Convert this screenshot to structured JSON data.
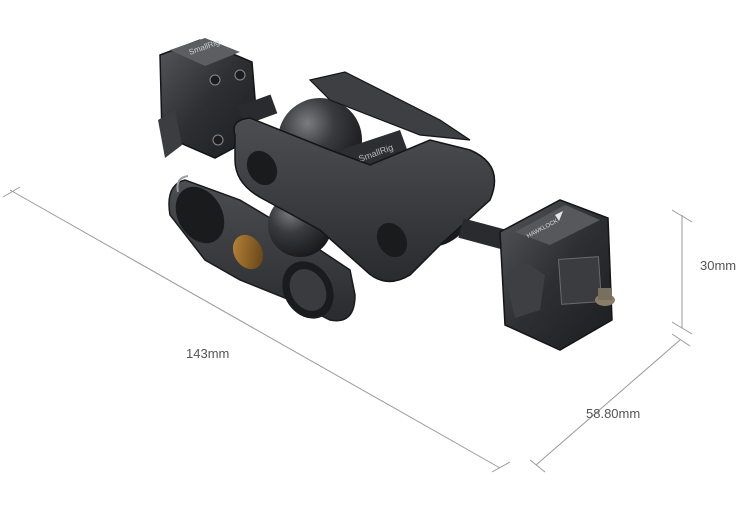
{
  "image": {
    "subject": "SmallRig magic arm ball head mount",
    "background_color": "#ffffff",
    "metal_color": "#2f3033",
    "line_color": "#9a9a9a"
  },
  "dimensions": {
    "length": "143mm",
    "height": "30mm",
    "depth": "58.80mm"
  },
  "branding": {
    "logo_top_clamp": "SmallRig",
    "logo_arm": "SmallRig",
    "logo_right_clamp": "HAWKLOCK"
  }
}
